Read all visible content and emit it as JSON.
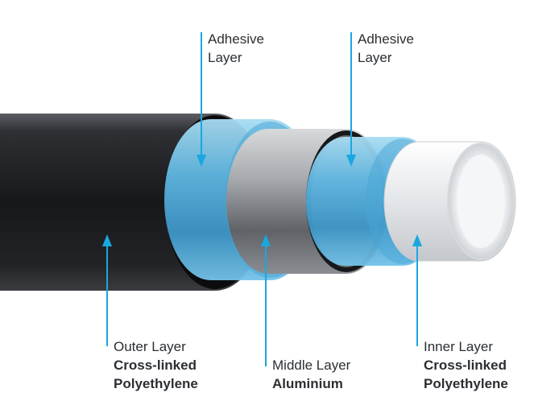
{
  "labels": {
    "adhesive_outer": {
      "line1": "Adhesive",
      "line2": "Layer"
    },
    "adhesive_inner": {
      "line1": "Adhesive",
      "line2": "Layer"
    },
    "outer": {
      "line1": "Outer Layer",
      "line2": "Cross-linked",
      "line3": "Polyethylene"
    },
    "middle": {
      "line1": "Middle Layer",
      "line2": "Aluminium"
    },
    "inner": {
      "line1": "Inner Layer",
      "line2": "Cross-linked",
      "line3": "Polyethylene"
    }
  },
  "colors": {
    "outer_layer": "#1e1f22",
    "adhesive": "#56b4e0",
    "aluminium": "#8c8f93",
    "inner_layer": "#e6e8eb",
    "pointer": "#1aa7e0",
    "text": "#2b2f33"
  }
}
